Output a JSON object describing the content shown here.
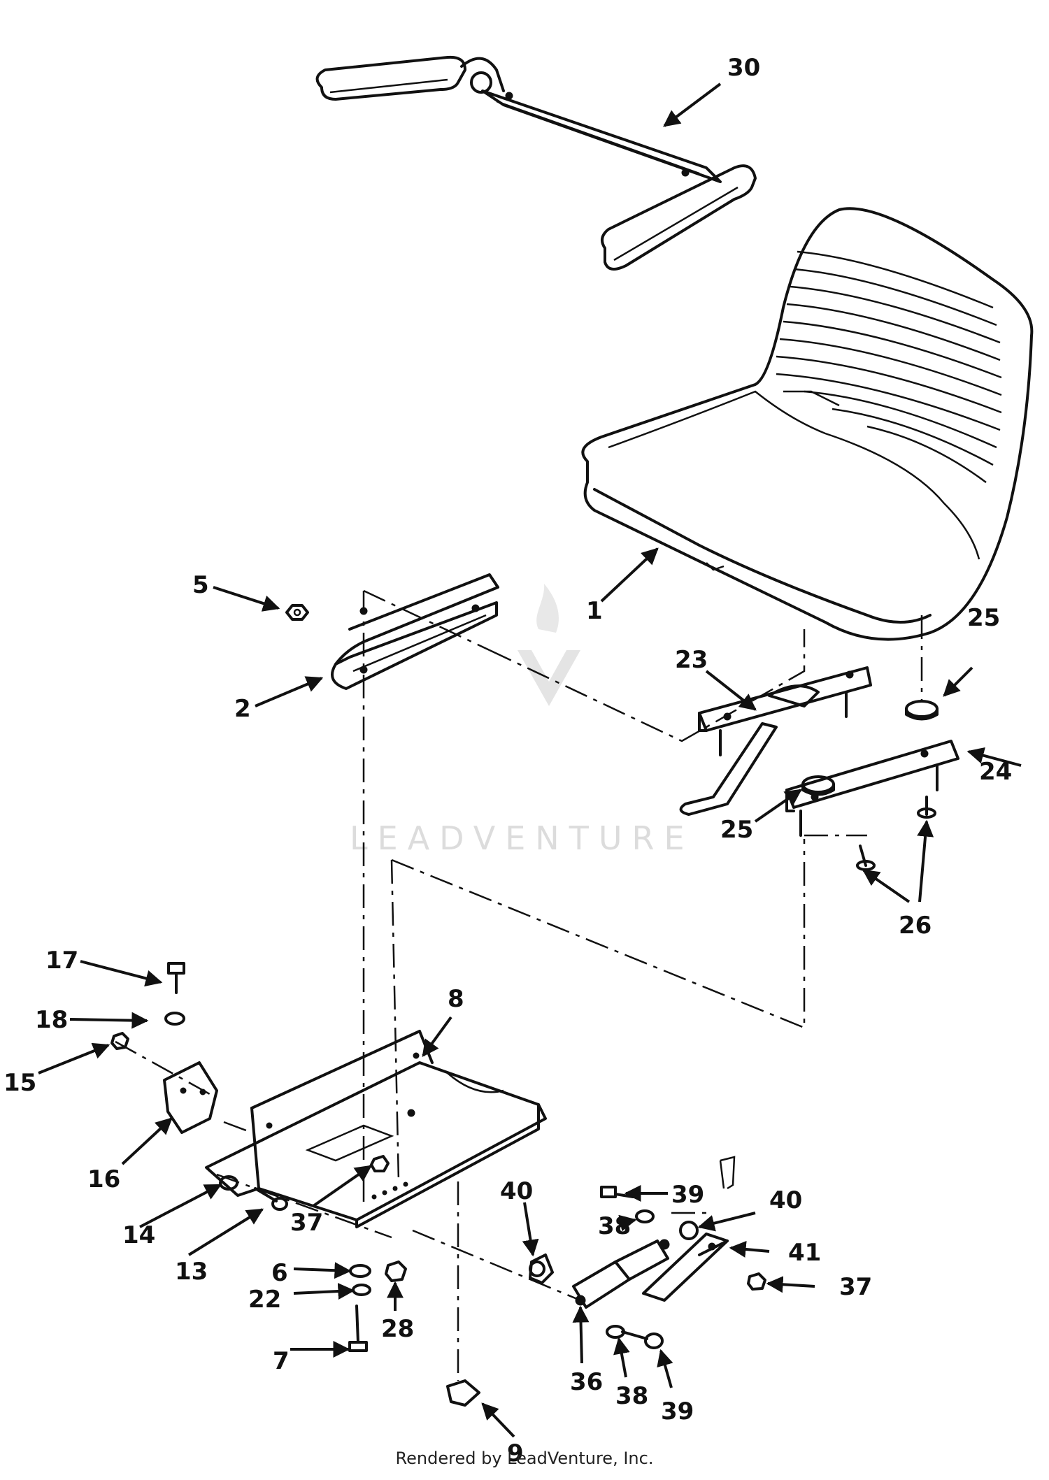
{
  "callouts": [
    {
      "id": "30",
      "label": "30"
    },
    {
      "id": "1",
      "label": "1"
    },
    {
      "id": "5",
      "label": "5"
    },
    {
      "id": "2",
      "label": "2"
    },
    {
      "id": "23",
      "label": "23"
    },
    {
      "id": "25a",
      "label": "25"
    },
    {
      "id": "25b",
      "label": "25"
    },
    {
      "id": "24",
      "label": "24"
    },
    {
      "id": "26",
      "label": "26"
    },
    {
      "id": "17",
      "label": "17"
    },
    {
      "id": "18",
      "label": "18"
    },
    {
      "id": "15",
      "label": "15"
    },
    {
      "id": "8",
      "label": "8"
    },
    {
      "id": "16",
      "label": "16"
    },
    {
      "id": "37a",
      "label": "37"
    },
    {
      "id": "14",
      "label": "14"
    },
    {
      "id": "13",
      "label": "13"
    },
    {
      "id": "6",
      "label": "6"
    },
    {
      "id": "22",
      "label": "22"
    },
    {
      "id": "7",
      "label": "7"
    },
    {
      "id": "28",
      "label": "28"
    },
    {
      "id": "9",
      "label": "9"
    },
    {
      "id": "40a",
      "label": "40"
    },
    {
      "id": "39a",
      "label": "39"
    },
    {
      "id": "38a",
      "label": "38"
    },
    {
      "id": "40b",
      "label": "40"
    },
    {
      "id": "41",
      "label": "41"
    },
    {
      "id": "37b",
      "label": "37"
    },
    {
      "id": "36",
      "label": "36"
    },
    {
      "id": "38b",
      "label": "38"
    },
    {
      "id": "39b",
      "label": "39"
    }
  ],
  "watermark": {
    "text": "LEADVENTURE"
  },
  "footer": {
    "text": "Rendered by LeadVenture, Inc."
  }
}
